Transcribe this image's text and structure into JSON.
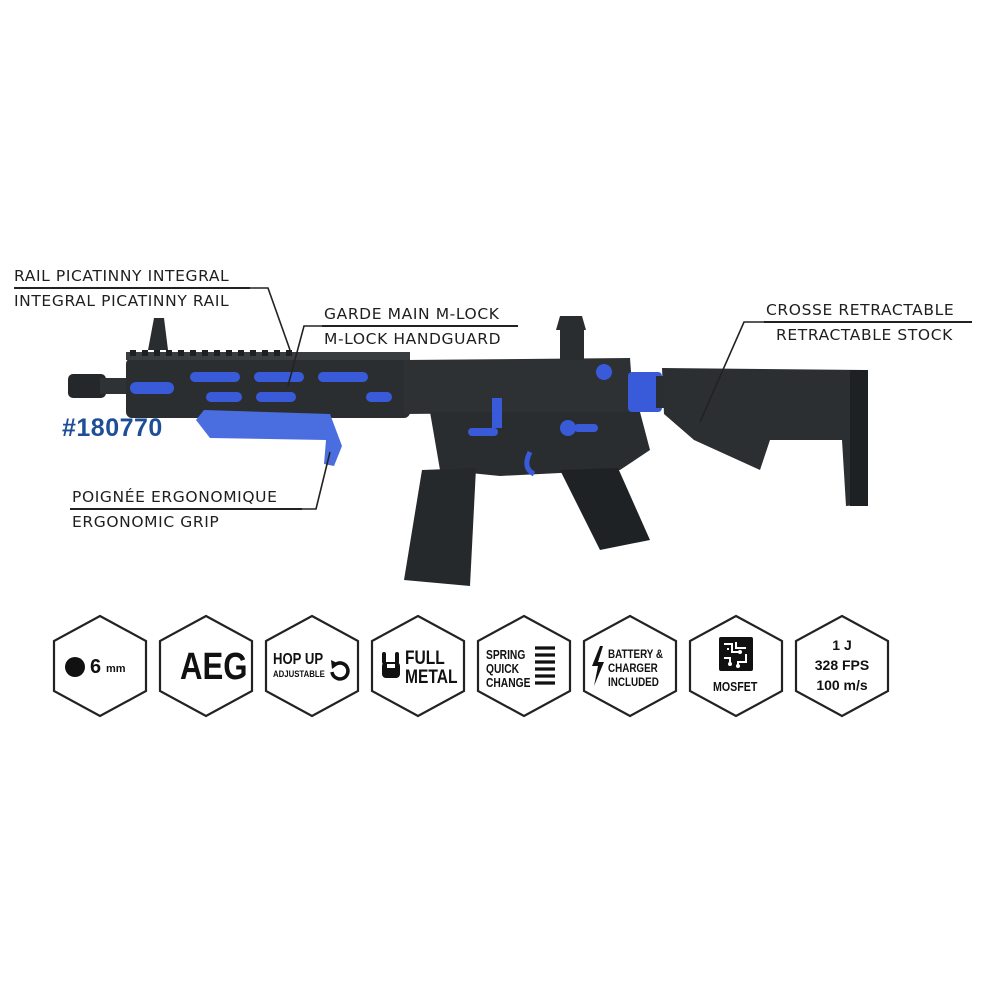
{
  "product": {
    "sku": "#180770",
    "accent_color": "#3a5bd9",
    "body_color": "#2b2e31"
  },
  "callouts": {
    "rail_fr": "RAIL PICATINNY INTEGRAL",
    "rail_en": "INTEGRAL PICATINNY RAIL",
    "handguard_fr": "GARDE MAIN M-LOCK",
    "handguard_en": "M-LOCK HANDGUARD",
    "stock_fr": "CROSSE RETRACTABLE",
    "stock_en": "RETRACTABLE STOCK",
    "grip_fr": "POIGNÉE ERGONOMIQUE",
    "grip_en": "ERGONOMIC GRIP"
  },
  "badges": {
    "caliber": {
      "icon": "bb-dot-icon",
      "value": "6",
      "unit": "mm"
    },
    "type": {
      "text": "AEG"
    },
    "hopup": {
      "line1": "HOP UP",
      "line2": "ADJUSTABLE",
      "icon": "rotate-arrow-icon"
    },
    "metal": {
      "line1": "FULL",
      "line2": "METAL",
      "icon": "metal-hand-icon"
    },
    "spring": {
      "line1": "SPRING",
      "line2": "QUICK",
      "line3": "CHANGE",
      "icon": "spring-icon"
    },
    "battery": {
      "line1": "BATTERY &",
      "line2": "CHARGER",
      "line3": "INCLUDED",
      "icon": "lightning-icon"
    },
    "mosfet": {
      "text": "MOSFET",
      "icon": "circuit-chip-icon"
    },
    "power": {
      "line1": "1 J",
      "line2": "328 FPS",
      "line3": "100 m/s"
    }
  }
}
